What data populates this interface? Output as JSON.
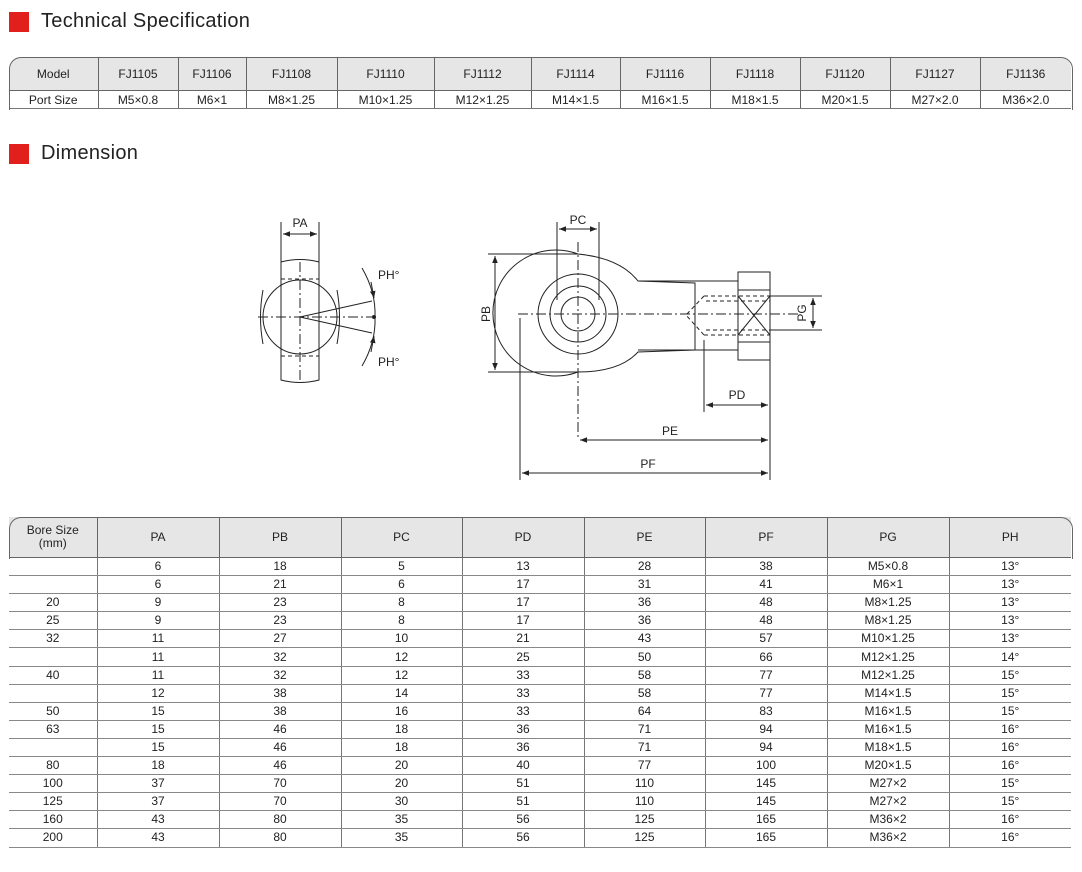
{
  "sections": {
    "tech_spec_title": "Technical Specification",
    "dimension_title": "Dimension"
  },
  "spec_table": {
    "row_headers": [
      "Model",
      "Port Size"
    ],
    "models": [
      "FJ1105",
      "FJ1106",
      "FJ1108",
      "FJ1110",
      "FJ1112",
      "FJ1114",
      "FJ1116",
      "FJ1118",
      "FJ1120",
      "FJ1127",
      "FJ1136"
    ],
    "port_sizes": [
      "M5×0.8",
      "M6×1",
      "M8×1.25",
      "M10×1.25",
      "M12×1.25",
      "M14×1.5",
      "M16×1.5",
      "M18×1.5",
      "M20×1.5",
      "M27×2.0",
      "M36×2.0"
    ]
  },
  "drawing_labels": {
    "pa": "PA",
    "pb": "PB",
    "pc": "PC",
    "pd": "PD",
    "pe": "PE",
    "pf": "PF",
    "pg": "PG",
    "ph_top": "PH°",
    "ph_bottom": "PH°"
  },
  "dim_table": {
    "headers": [
      "Bore Size (mm)",
      "PA",
      "PB",
      "PC",
      "PD",
      "PE",
      "PF",
      "PG",
      "PH"
    ],
    "bore_header_line1": "Bore Size",
    "bore_header_line2": "(mm)",
    "rows": [
      [
        "",
        "6",
        "18",
        "5",
        "13",
        "28",
        "38",
        "M5×0.8",
        "13°"
      ],
      [
        "",
        "6",
        "21",
        "6",
        "17",
        "31",
        "41",
        "M6×1",
        "13°"
      ],
      [
        "20",
        "9",
        "23",
        "8",
        "17",
        "36",
        "48",
        "M8×1.25",
        "13°"
      ],
      [
        "25",
        "9",
        "23",
        "8",
        "17",
        "36",
        "48",
        "M8×1.25",
        "13°"
      ],
      [
        "32",
        "11",
        "27",
        "10",
        "21",
        "43",
        "57",
        "M10×1.25",
        "13°"
      ],
      [
        "",
        "11",
        "32",
        "12",
        "25",
        "50",
        "66",
        "M12×1.25",
        "14°"
      ],
      [
        "40",
        "11",
        "32",
        "12",
        "33",
        "58",
        "77",
        "M12×1.25",
        "15°"
      ],
      [
        "",
        "12",
        "38",
        "14",
        "33",
        "58",
        "77",
        "M14×1.5",
        "15°"
      ],
      [
        "50",
        "15",
        "38",
        "16",
        "33",
        "64",
        "83",
        "M16×1.5",
        "15°"
      ],
      [
        "63",
        "15",
        "46",
        "18",
        "36",
        "71",
        "94",
        "M16×1.5",
        "16°"
      ],
      [
        "",
        "15",
        "46",
        "18",
        "36",
        "71",
        "94",
        "M18×1.5",
        "16°"
      ],
      [
        "80",
        "18",
        "46",
        "20",
        "40",
        "77",
        "100",
        "M20×1.5",
        "16°"
      ],
      [
        "100",
        "37",
        "70",
        "20",
        "51",
        "110",
        "145",
        "M27×2",
        "15°"
      ],
      [
        "125",
        "37",
        "70",
        "30",
        "51",
        "110",
        "145",
        "M27×2",
        "15°"
      ],
      [
        "160",
        "43",
        "80",
        "35",
        "56",
        "125",
        "165",
        "M36×2",
        "16°"
      ],
      [
        "200",
        "43",
        "80",
        "35",
        "56",
        "125",
        "165",
        "M36×2",
        "16°"
      ]
    ]
  }
}
